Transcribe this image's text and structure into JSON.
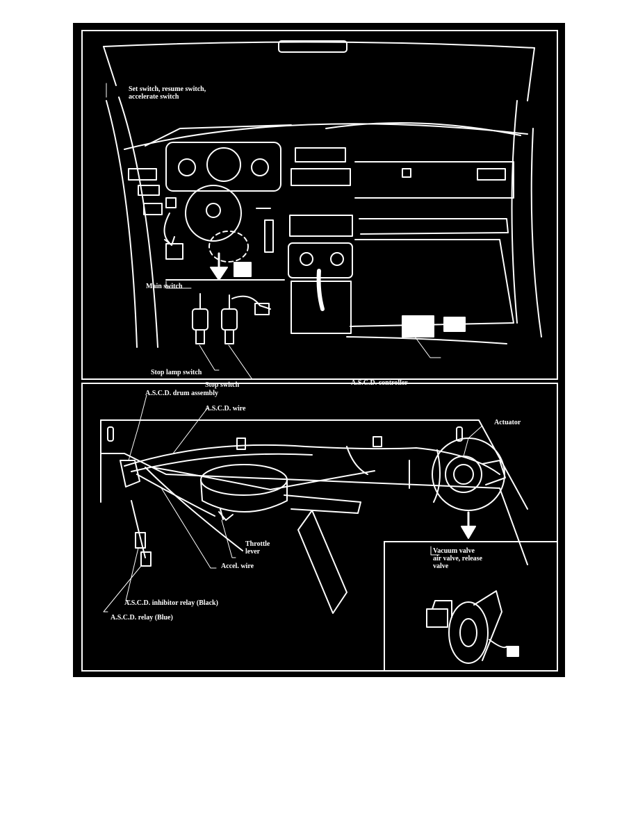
{
  "top_panel": {
    "labels": {
      "set_switch": "Set switch, resume switch,\naccelerate switch",
      "main_switch": "Main switch",
      "stop_lamp_switch": "Stop lamp switch",
      "stop_switch": "Stop switch",
      "controller": "A.S.C.D. controller"
    }
  },
  "bottom_panel": {
    "labels": {
      "drum_assembly": "A.S.C.D. drum assembly",
      "wire": "A.S.C.D. wire",
      "actuator": "Actuator",
      "throttle_lever": "Throttle\nlever",
      "accel_wire": "Accel. wire",
      "inhibitor_relay": "A.S.C.D. inhibitor relay (Black)",
      "relay": "A.S.C.D. relay (Blue)",
      "vacuum_valve": "Vacuum valve\nair valve, release\nvalve"
    }
  }
}
